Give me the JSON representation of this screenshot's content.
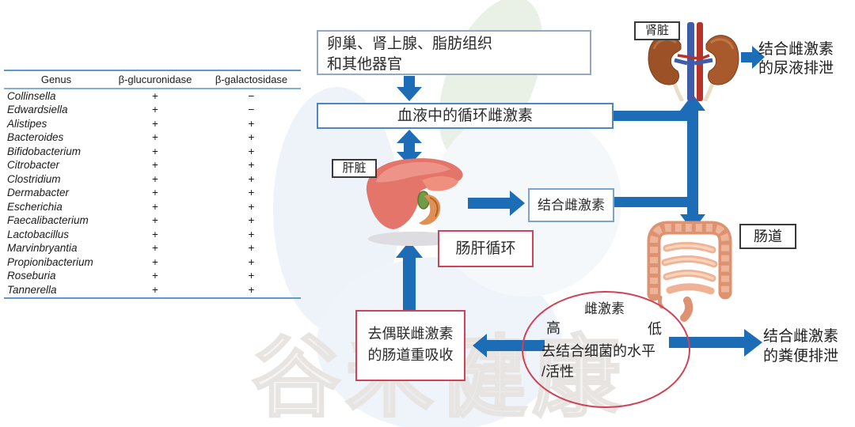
{
  "colors": {
    "arrow": "#1d6db6",
    "blue_box_border": "#5a8fc4",
    "red_border": "#cf4257",
    "label_border": "#3a3a3a",
    "table_line": "#5e9ad2"
  },
  "table": {
    "headers": [
      "Genus",
      "β-glucuronidase",
      "β-galactosidase"
    ],
    "rows": [
      [
        "Collinsella",
        "+",
        "−"
      ],
      [
        "Edwardsiella",
        "+",
        "−"
      ],
      [
        "Alistipes",
        "+",
        "+"
      ],
      [
        "Bacteroides",
        "+",
        "+"
      ],
      [
        "Bifidobacterium",
        "+",
        "+"
      ],
      [
        "Citrobacter",
        "+",
        "+"
      ],
      [
        "Clostridium",
        "+",
        "+"
      ],
      [
        "Dermabacter",
        "+",
        "+"
      ],
      [
        "Escherichia",
        "+",
        "+"
      ],
      [
        "Faecalibacterium",
        "+",
        "+"
      ],
      [
        "Lactobacillus",
        "+",
        "+"
      ],
      [
        "Marvinbryantia",
        "+",
        "+"
      ],
      [
        "Propionibacterium",
        "+",
        "+"
      ],
      [
        "Roseburia",
        "+",
        "+"
      ],
      [
        "Tannerella",
        "+",
        "+"
      ]
    ]
  },
  "flow": {
    "organs_box": "卵巢、肾上腺、脂肪组织\n和其他器官",
    "blood_box": "血液中的循环雌激素",
    "liver_label": "肝脏",
    "kidney_label": "肾脏",
    "intestine_label": "肠道",
    "conjugated_estrogen_box": "结合雌激素",
    "enterohepatic_box": "肠肝循环",
    "urinary_excretion": "结合雌激素\n的尿液排泄",
    "fecal_excretion": "结合雌激素\n的粪便排泄",
    "reabsorption_box": "去偶联雌激素\n的肠道重吸收",
    "estrogen_ellipse": {
      "title": "雌激素",
      "high": "高",
      "low": "低",
      "body": "去结合细菌的水平\n/活性"
    }
  },
  "watermark": "谷禾健康"
}
